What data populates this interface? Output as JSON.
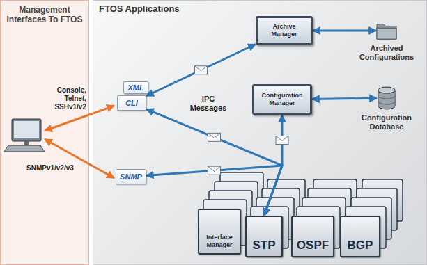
{
  "diagram": {
    "nodes": [
      {
        "text": [
          "Management Interfaces To FTOS"
        ]
      },
      {
        "text": [
          "FTOS Applications"
        ]
      },
      {
        "text": [
          "XML"
        ],
        "in": 1
      },
      {
        "text": [
          "CLI"
        ],
        "in": 1
      },
      {
        "text": [
          "SNMP"
        ],
        "in": 1
      },
      {
        "text": [
          "Archive Manager"
        ],
        "in": 1
      },
      {
        "text": [
          "Archived Configurations"
        ],
        "in": 1
      },
      {
        "text": [
          "Configuration Manager"
        ],
        "in": 1
      },
      {
        "text": [
          "Configuration Database"
        ],
        "in": 1
      },
      {
        "text": [
          "Interface Manager"
        ],
        "in": 1
      },
      {
        "text": [
          "STP"
        ],
        "in": 1
      },
      {
        "text": [
          "OSPF"
        ],
        "in": 1
      },
      {
        "text": [
          "BGP"
        ],
        "in": 1
      }
    ],
    "edges": [
      {
        "from": 3,
        "to": 5,
        "arrow": "both"
      },
      {
        "from": 5,
        "to": 6,
        "arrow": "both"
      },
      {
        "from": 7,
        "to": 8,
        "arrow": "both"
      },
      {
        "from": 3,
        "to": 10,
        "arrow": "both"
      },
      {
        "from": 4,
        "to": 10,
        "arrow": "both"
      },
      {
        "from": 7,
        "to": 10,
        "arrow": "both"
      }
    ],
    "labels": [
      "Console, Telnet, SSHv1/v2",
      "SNMPv1/v2/v3",
      "IPC Messages"
    ]
  }
}
